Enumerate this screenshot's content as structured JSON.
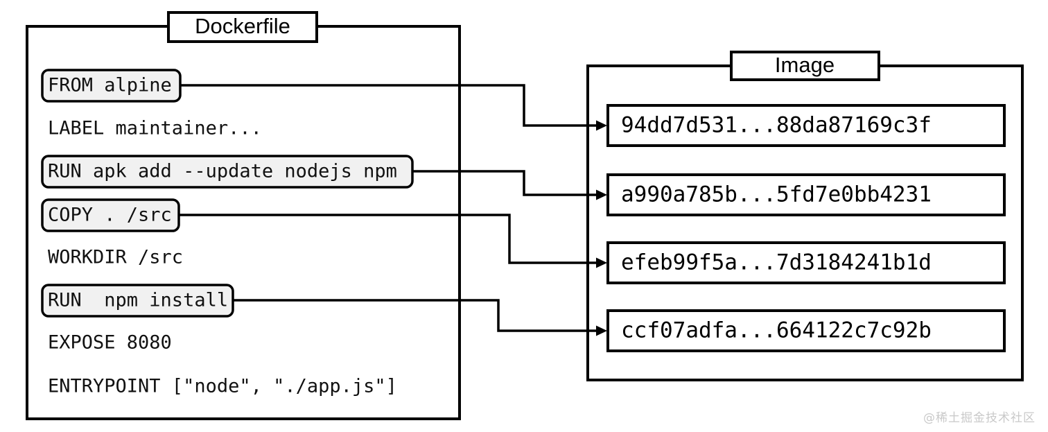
{
  "diagram": {
    "type": "flow",
    "title_left": "Dockerfile",
    "title_right": "Image",
    "description": "Dockerfile instructions mapped to Docker image layers"
  },
  "dockerfile": {
    "label": "Dockerfile",
    "instructions": [
      {
        "text": "FROM alpine",
        "boxed": true,
        "creates_layer": true
      },
      {
        "text": "LABEL maintainer...",
        "boxed": false,
        "creates_layer": false
      },
      {
        "text": "RUN apk add --update nodejs npm",
        "boxed": true,
        "creates_layer": true
      },
      {
        "text": "COPY . /src",
        "boxed": true,
        "creates_layer": true
      },
      {
        "text": "WORKDIR /src",
        "boxed": false,
        "creates_layer": false
      },
      {
        "text": "RUN  npm install",
        "boxed": true,
        "creates_layer": true
      },
      {
        "text": "EXPOSE 8080",
        "boxed": false,
        "creates_layer": false
      },
      {
        "text": "ENTRYPOINT [\"node\", \"./app.js\"]",
        "boxed": false,
        "creates_layer": false
      }
    ]
  },
  "image": {
    "label": "Image",
    "layers": [
      {
        "id": "94dd7d531...88da87169c3f"
      },
      {
        "id": "a990a785b...5fd7e0bb4231"
      },
      {
        "id": "efeb99f5a...7d3184241b1d"
      },
      {
        "id": "ccf07adfa...664122c7c92b"
      }
    ]
  },
  "connections": [
    {
      "from": "FROM alpine",
      "to": "94dd7d531...88da87169c3f"
    },
    {
      "from": "RUN apk add --update nodejs npm",
      "to": "a990a785b...5fd7e0bb4231"
    },
    {
      "from": "COPY . /src",
      "to": "efeb99f5a...7d3184241b1d"
    },
    {
      "from": "RUN  npm install",
      "to": "ccf07adfa...664122c7c92b"
    }
  ],
  "watermark": {
    "text": "@稀土掘金技术社区"
  },
  "colors": {
    "stroke": "#000000",
    "instruction_fill": "#f1f1f1",
    "background": "#ffffff",
    "watermark": "#c9c9c9"
  }
}
